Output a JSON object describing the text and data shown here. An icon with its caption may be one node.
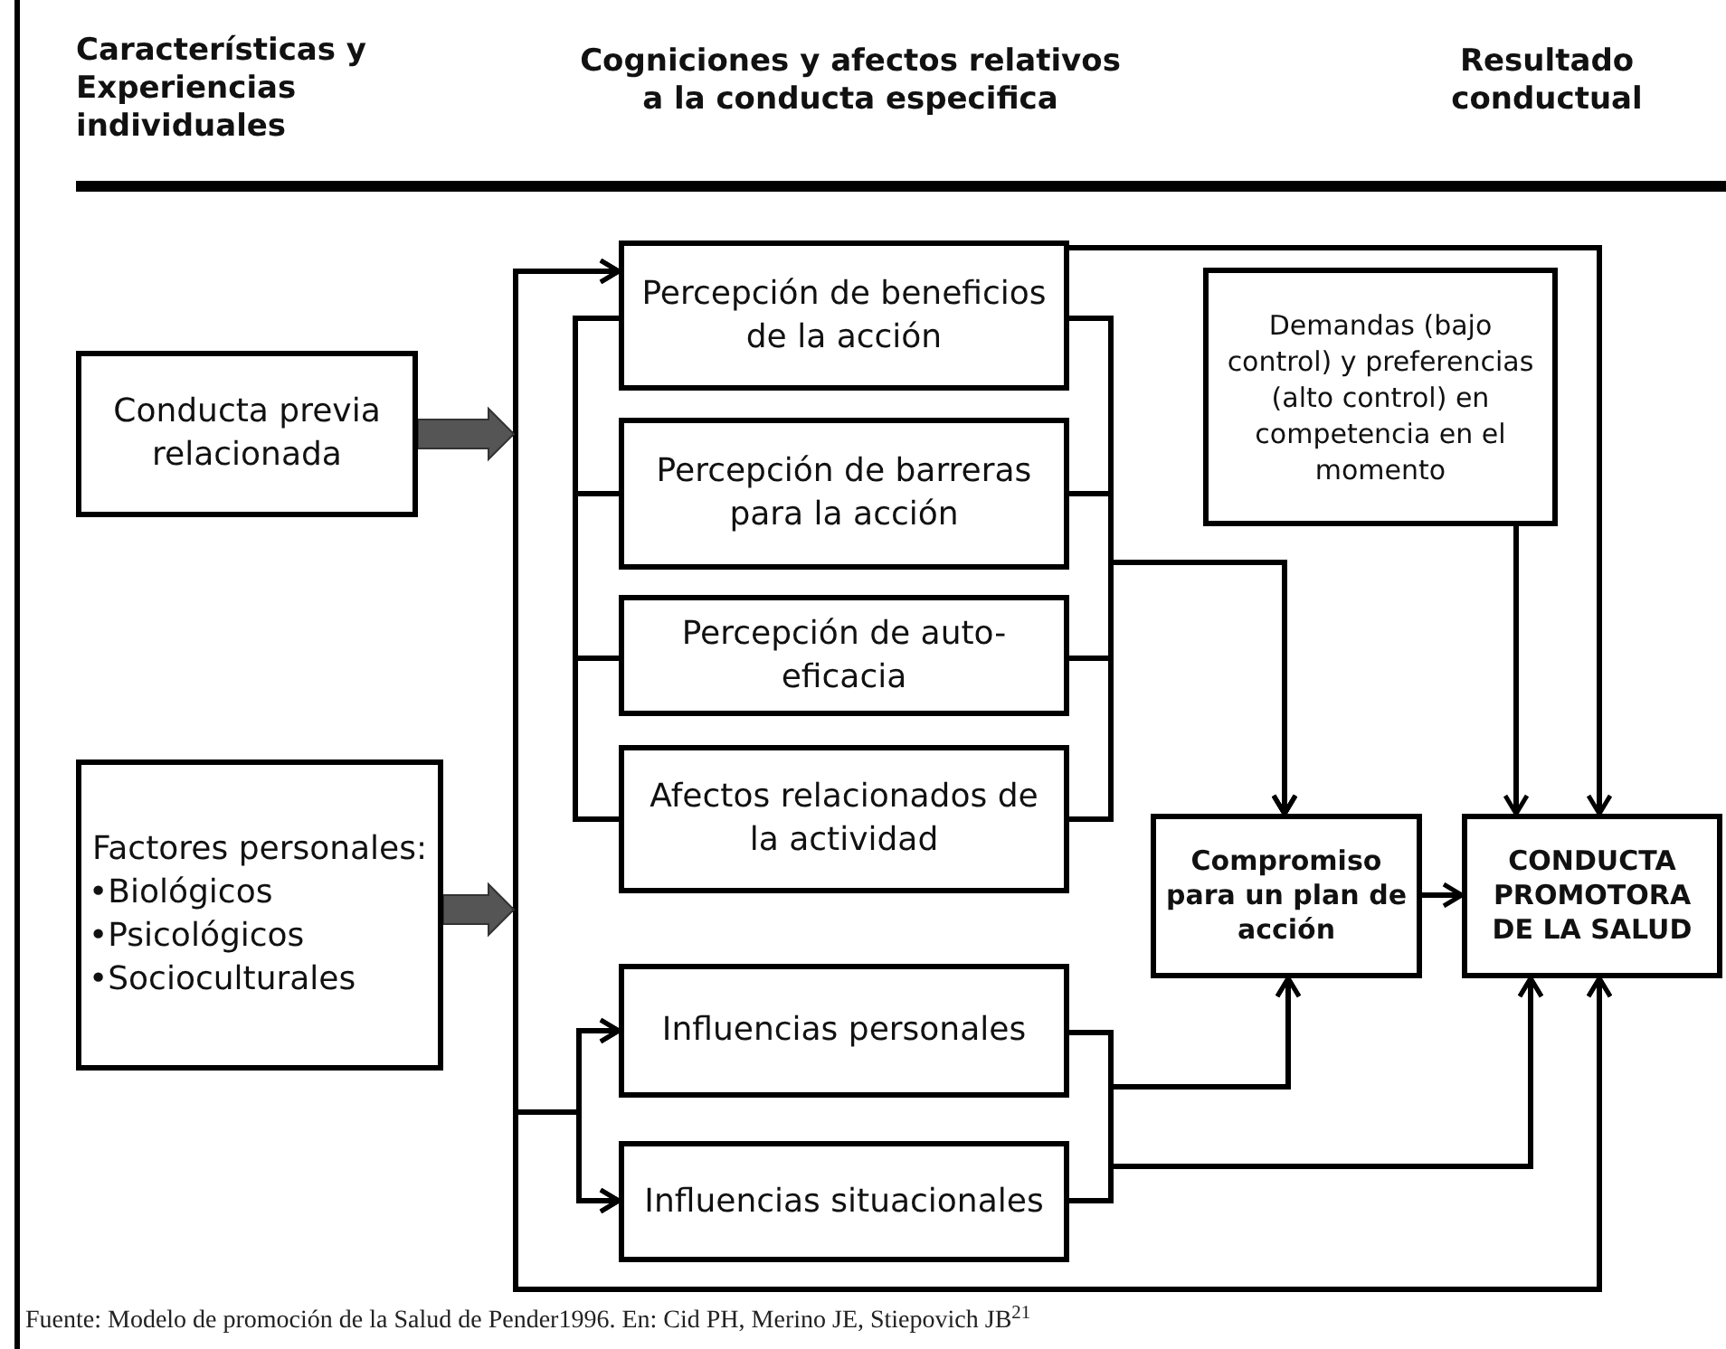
{
  "diagram": {
    "caption": "Fuente: Modelo de promoción de la Salud de Pender1996. En: Cid PH, Merino JE, Stiepovich JB$^{21}$",
    "nodes": [
      {
        "text": [
          "Conducta previa relacionada"
        ]
      },
      {
        "text": [
          "Factores personales:",
          "•Biológicos",
          "•Psicológicos",
          "•Socioculturales"
        ]
      },
      {
        "text": [
          "Percepción de beneficios de la acción"
        ]
      },
      {
        "text": [
          "Percepción de barreras para la acción"
        ]
      },
      {
        "text": [
          "Percepción de auto-eficacia"
        ]
      },
      {
        "text": [
          "Afectos relacionados de la actividad"
        ]
      },
      {
        "text": [
          "Influencias personales"
        ]
      },
      {
        "text": [
          "Influencias situacionales"
        ]
      },
      {
        "text": [
          "Demandas (bajo control) y preferencias (alto control) en competencia en el momento"
        ]
      },
      {
        "text": [
          "Compromiso para un plan de acción"
        ]
      },
      {
        "text": [
          "CONDUCTA PROMOTORA DE LA SALUD"
        ]
      }
    ],
    "edges": [
      {
        "from": 0,
        "to": 2,
        "arrow": "to"
      },
      {
        "from": 0,
        "to": 6,
        "arrow": "to"
      },
      {
        "from": 0,
        "to": 7,
        "arrow": "to"
      },
      {
        "from": 0,
        "to": 10,
        "arrow": "to"
      },
      {
        "from": 1,
        "to": 2,
        "arrow": "to"
      },
      {
        "from": 1,
        "to": 6,
        "arrow": "to"
      },
      {
        "from": 1,
        "to": 7,
        "arrow": "to"
      },
      {
        "from": 1,
        "to": 10,
        "arrow": "to"
      },
      {
        "from": 2,
        "to": 9,
        "arrow": "to"
      },
      {
        "from": 3,
        "to": 9,
        "arrow": "to"
      },
      {
        "from": 4,
        "to": 9,
        "arrow": "to"
      },
      {
        "from": 5,
        "to": 9,
        "arrow": "to"
      },
      {
        "from": 6,
        "to": 9,
        "arrow": "to"
      },
      {
        "from": 7,
        "to": 9,
        "arrow": "to"
      },
      {
        "from": 6,
        "to": 10,
        "arrow": "to"
      },
      {
        "from": 7,
        "to": 10,
        "arrow": "to"
      },
      {
        "from": 8,
        "to": 10,
        "arrow": "to"
      },
      {
        "from": 9,
        "to": 10,
        "arrow": "to"
      },
      {
        "from": 2,
        "to": 10,
        "arrow": "to"
      }
    ],
    "labels": [
      "Características y Experiencias individuales",
      "Cogniciones y afectos relativos a la conducta especifica",
      "Resultado conductual"
    ]
  }
}
